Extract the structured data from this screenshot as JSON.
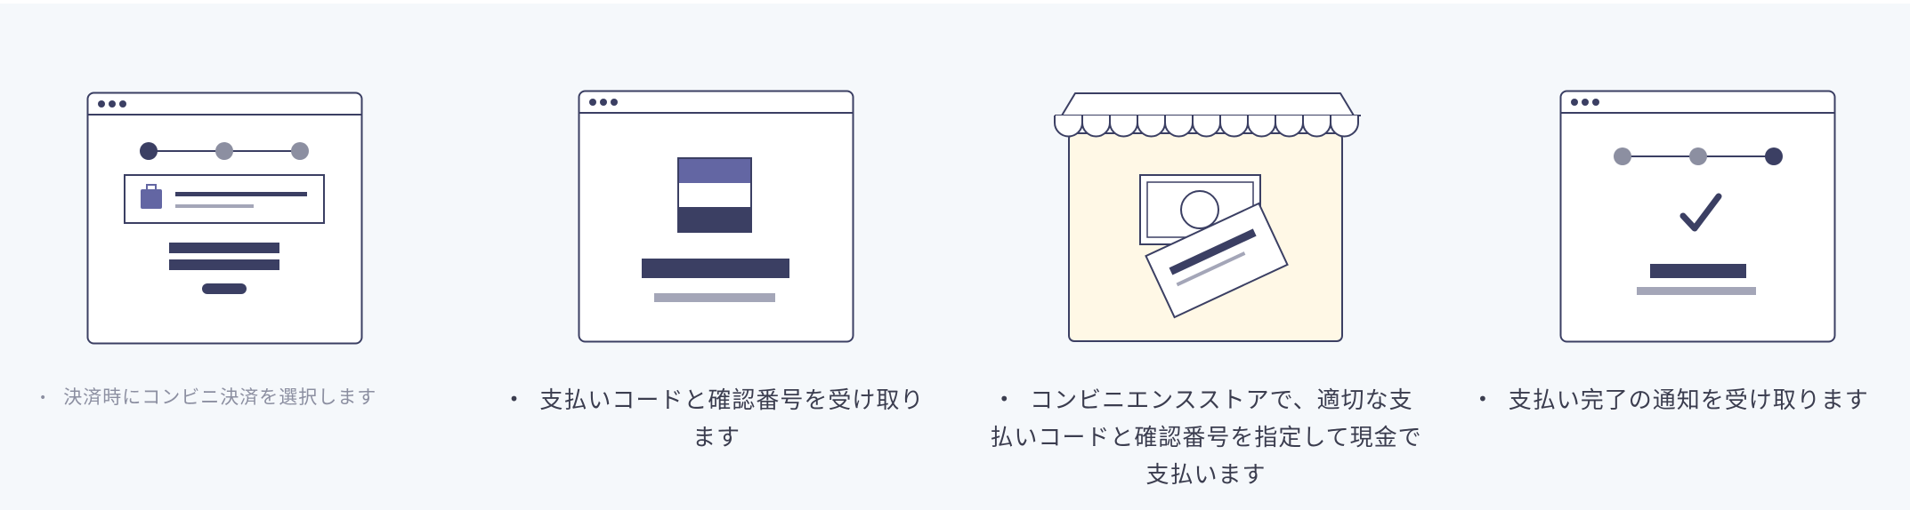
{
  "colors": {
    "background": "#f5f8fb",
    "navy": "#3b3f63",
    "indigo": "#6366a3",
    "gray": "#8c8fa1",
    "light_gray": "#a4a6b8",
    "store_fill": "#fff8e6"
  },
  "steps": [
    {
      "bullet": "•",
      "text": "決済時にコンビニ決済を選択します",
      "icon": "browser-checkout-icon"
    },
    {
      "bullet": "•",
      "line1": "支払いコードと確認番号を受け取り",
      "line2": "ます",
      "icon": "browser-payment-code-icon"
    },
    {
      "bullet": "•",
      "line1": "コンビニエンスストアで、適切な支",
      "line2": "払いコードと確認番号を指定して現金で",
      "line3": "支払います",
      "icon": "convenience-store-icon"
    },
    {
      "bullet": "•",
      "text": "支払い完了の通知を受け取ります",
      "icon": "browser-complete-icon"
    }
  ]
}
